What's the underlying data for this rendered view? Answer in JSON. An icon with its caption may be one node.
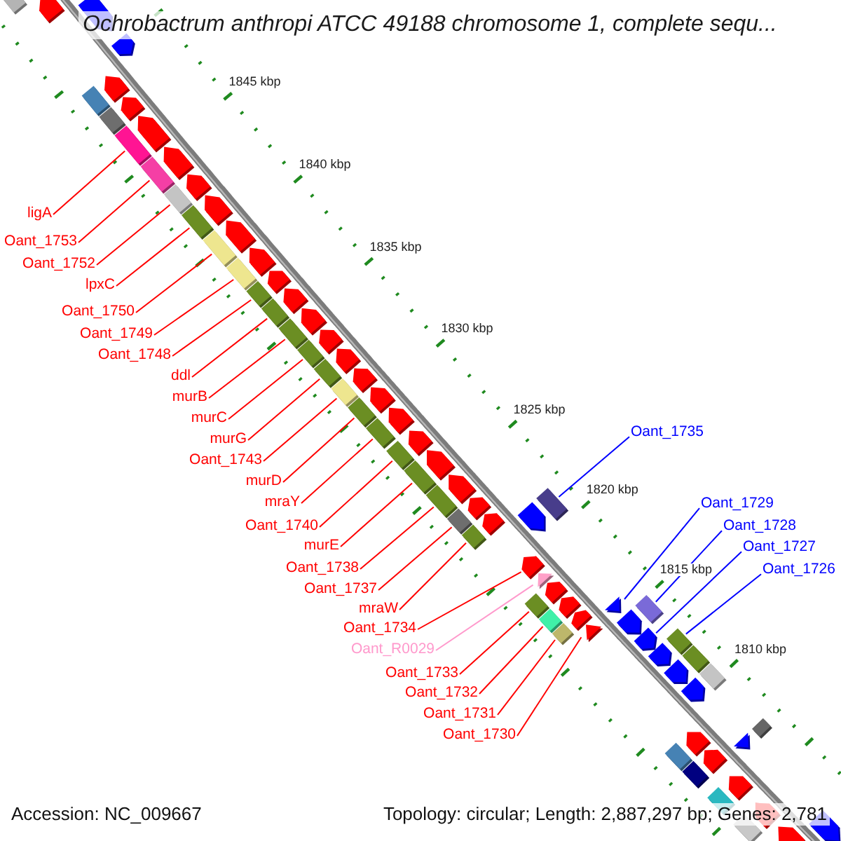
{
  "diagram": {
    "title": "Ochrobactrum anthropi ATCC 49188 chromosome 1, complete sequ...",
    "nodes": [
      {
        "text": [
          "ligA"
        ]
      },
      {
        "text": [
          "Oant_1753"
        ]
      },
      {
        "text": [
          "Oant_1752"
        ]
      },
      {
        "text": [
          "lpxC"
        ]
      },
      {
        "text": [
          "Oant_1750"
        ]
      },
      {
        "text": [
          "Oant_1749"
        ]
      },
      {
        "text": [
          "Oant_1748"
        ]
      },
      {
        "text": [
          "ddl"
        ]
      },
      {
        "text": [
          "murB"
        ]
      },
      {
        "text": [
          "murC"
        ]
      },
      {
        "text": [
          "murG"
        ]
      },
      {
        "text": [
          "Oant_1743"
        ]
      },
      {
        "text": [
          "murD"
        ]
      },
      {
        "text": [
          "mraY"
        ]
      },
      {
        "text": [
          "Oant_1740"
        ]
      },
      {
        "text": [
          "murE"
        ]
      },
      {
        "text": [
          "Oant_1738"
        ]
      },
      {
        "text": [
          "Oant_1737"
        ]
      },
      {
        "text": [
          "mraW"
        ]
      },
      {
        "text": [
          "Oant_1734"
        ]
      },
      {
        "text": [
          "Oant_R0029"
        ]
      },
      {
        "text": [
          "Oant_1733"
        ]
      },
      {
        "text": [
          "Oant_1732"
        ]
      },
      {
        "text": [
          "Oant_1731"
        ]
      },
      {
        "text": [
          "Oant_1730"
        ]
      },
      {
        "text": [
          "Oant_1735"
        ]
      },
      {
        "text": [
          "Oant_1729"
        ]
      },
      {
        "text": [
          "Oant_1728"
        ]
      },
      {
        "text": [
          "Oant_1727"
        ]
      },
      {
        "text": [
          "Oant_1726"
        ]
      },
      {
        "text": [],
        "shape": "box"
      },
      {
        "text": [],
        "shape": "pentagon"
      },
      {
        "text": [],
        "shape": "pentagon"
      },
      {
        "text": [],
        "shape": "pentagon"
      },
      {
        "text": [],
        "shape": "pentagon"
      },
      {
        "text": [],
        "shape": "box"
      },
      {
        "text": [],
        "shape": "pentagon"
      },
      {
        "text": [],
        "shape": "box"
      },
      {
        "text": [],
        "shape": "pentagon"
      },
      {
        "text": [],
        "shape": "box"
      },
      {
        "text": [],
        "shape": "pentagon"
      },
      {
        "text": [],
        "shape": "box"
      },
      {
        "text": [],
        "shape": "pentagon"
      },
      {
        "text": [],
        "shape": "box"
      },
      {
        "text": [],
        "shape": "pentagon"
      },
      {
        "text": [],
        "shape": "box"
      },
      {
        "text": [],
        "shape": "pentagon"
      },
      {
        "text": [],
        "shape": "box"
      },
      {
        "text": [],
        "shape": "pentagon"
      },
      {
        "text": [],
        "shape": "box"
      },
      {
        "text": [],
        "shape": "pentagon"
      },
      {
        "text": [],
        "shape": "box"
      },
      {
        "text": [],
        "shape": "pentagon"
      },
      {
        "text": [],
        "shape": "box"
      },
      {
        "text": [],
        "shape": "pentagon"
      },
      {
        "text": [],
        "shape": "box"
      },
      {
        "text": [],
        "shape": "pentagon"
      },
      {
        "text": [],
        "shape": "box"
      },
      {
        "text": [],
        "shape": "pentagon"
      },
      {
        "text": [],
        "shape": "box"
      },
      {
        "text": [],
        "shape": "pentagon"
      },
      {
        "text": [],
        "shape": "box"
      },
      {
        "text": [],
        "shape": "pentagon"
      },
      {
        "text": [],
        "shape": "box"
      },
      {
        "text": [],
        "shape": "pentagon"
      },
      {
        "text": [],
        "shape": "box"
      },
      {
        "text": [],
        "shape": "pentagon"
      },
      {
        "text": [],
        "shape": "box"
      },
      {
        "text": [],
        "shape": "pentagon"
      },
      {
        "text": [],
        "shape": "box"
      },
      {
        "text": [],
        "shape": "pentagon"
      },
      {
        "text": [],
        "shape": "box"
      },
      {
        "text": [],
        "shape": "pentagon"
      },
      {
        "text": [],
        "shape": "box"
      },
      {
        "text": [],
        "shape": "pentagon"
      },
      {
        "text": [],
        "shape": "box"
      },
      {
        "text": [],
        "shape": "pentagon"
      },
      {
        "text": [],
        "shape": "box"
      },
      {
        "text": [],
        "shape": "pentagon"
      },
      {
        "text": [],
        "shape": "triangle"
      },
      {
        "text": [],
        "shape": "pentagon"
      },
      {
        "text": [],
        "shape": "box"
      },
      {
        "text": [],
        "shape": "pentagon"
      },
      {
        "text": [],
        "shape": "box"
      },
      {
        "text": [],
        "shape": "pentagon"
      },
      {
        "text": [],
        "shape": "box"
      },
      {
        "text": [],
        "shape": "triangle"
      },
      {
        "text": [],
        "shape": "triangle"
      },
      {
        "text": [],
        "shape": "pentagon"
      },
      {
        "text": [],
        "shape": "box"
      },
      {
        "text": [],
        "shape": "pentagon"
      },
      {
        "text": [],
        "shape": "pentagon"
      },
      {
        "text": [],
        "shape": "box"
      },
      {
        "text": [],
        "shape": "pentagon"
      },
      {
        "text": [],
        "shape": "box"
      },
      {
        "text": [],
        "shape": "pentagon"
      },
      {
        "text": [],
        "shape": "box"
      },
      {
        "text": [],
        "shape": "pentagon"
      },
      {
        "text": [],
        "shape": "box"
      },
      {
        "text": [],
        "shape": "pentagon"
      },
      {
        "text": [],
        "shape": "box"
      },
      {
        "text": [],
        "shape": "triangle"
      },
      {
        "text": [],
        "shape": "box"
      },
      {
        "text": [],
        "shape": "pentagon"
      },
      {
        "text": [],
        "shape": "box"
      },
      {
        "text": [],
        "shape": "pentagon"
      },
      {
        "text": [],
        "shape": "box"
      },
      {
        "text": [],
        "shape": "pentagon"
      },
      {
        "text": [],
        "shape": "pentagon"
      }
    ],
    "edges": [
      {
        "from": 0,
        "to": 39,
        "arrow": "none"
      },
      {
        "from": 1,
        "to": 41,
        "arrow": "none"
      },
      {
        "from": 2,
        "to": 43,
        "arrow": "none"
      },
      {
        "from": 3,
        "to": 45,
        "arrow": "none"
      },
      {
        "from": 4,
        "to": 47,
        "arrow": "none"
      },
      {
        "from": 5,
        "to": 49,
        "arrow": "none"
      },
      {
        "from": 6,
        "to": 51,
        "arrow": "none"
      },
      {
        "from": 7,
        "to": 53,
        "arrow": "none"
      },
      {
        "from": 8,
        "to": 55,
        "arrow": "none"
      },
      {
        "from": 9,
        "to": 57,
        "arrow": "none"
      },
      {
        "from": 10,
        "to": 59,
        "arrow": "none"
      },
      {
        "from": 11,
        "to": 61,
        "arrow": "none"
      },
      {
        "from": 12,
        "to": 63,
        "arrow": "none"
      },
      {
        "from": 13,
        "to": 65,
        "arrow": "none"
      },
      {
        "from": 14,
        "to": 67,
        "arrow": "none"
      },
      {
        "from": 15,
        "to": 69,
        "arrow": "none"
      },
      {
        "from": 16,
        "to": 71,
        "arrow": "none"
      },
      {
        "from": 17,
        "to": 73,
        "arrow": "none"
      },
      {
        "from": 18,
        "to": 75,
        "arrow": "none"
      },
      {
        "from": 19,
        "to": 78,
        "arrow": "none"
      },
      {
        "from": 20,
        "to": 79,
        "arrow": "none",
        "color": "#ff99cc"
      },
      {
        "from": 21,
        "to": 81,
        "arrow": "none"
      },
      {
        "from": 22,
        "to": 83,
        "arrow": "none"
      },
      {
        "from": 23,
        "to": 85,
        "arrow": "none"
      },
      {
        "from": 24,
        "to": 86,
        "arrow": "none"
      },
      {
        "from": 25,
        "to": 77,
        "arrow": "none",
        "color": "#0000ff"
      },
      {
        "from": 26,
        "to": 87,
        "arrow": "none",
        "color": "#0000ff"
      },
      {
        "from": 27,
        "to": 89,
        "arrow": "none",
        "color": "#0000ff"
      },
      {
        "from": 28,
        "to": 90,
        "arrow": "none",
        "color": "#0000ff"
      },
      {
        "from": 29,
        "to": 92,
        "arrow": "none",
        "color": "#0000ff"
      }
    ],
    "labels": [
      "1845 kbp",
      "1840 kbp",
      "1835 kbp",
      "1830 kbp",
      "1825 kbp",
      "1820 kbp",
      "1815 kbp",
      "1810 kbp",
      "Accession: NC_009667",
      "Topology: circular; Length: 2,887,297 bp; Genes: 2,781"
    ]
  }
}
